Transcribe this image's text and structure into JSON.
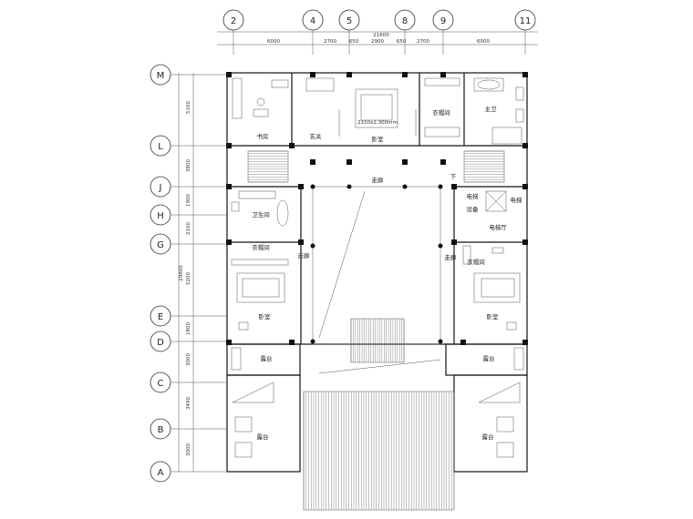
{
  "grid_top": [
    "2",
    "4",
    "5",
    "8",
    "9",
    "11"
  ],
  "grid_left": [
    "M",
    "L",
    "J",
    "H",
    "G",
    "E",
    "D",
    "C",
    "B",
    "A"
  ],
  "dims_top": {
    "total": "21600",
    "segments": [
      "6000",
      "2700",
      "650",
      "2900",
      "650",
      "2700",
      "6000"
    ]
  },
  "dims_left": {
    "total": "29800",
    "segments": [
      "5100",
      "3800",
      "1900",
      "2100",
      "5200",
      "1800",
      "3000",
      "3490",
      "3000"
    ]
  },
  "rooms": {
    "study": "书房",
    "foyer": "玄关",
    "master_bedroom": "卧室",
    "master_note": "2150x2,300mm",
    "closet_top": "衣帽间",
    "master_bath": "主卫",
    "corridor_top": "走廊",
    "down_label": "下",
    "bathroom_left": "卫生间",
    "closet_left": "衣帽间",
    "corridor_left": "走廊",
    "bedroom_left": "卧室",
    "terrace_left": "露台",
    "garden_left": "露台",
    "lift_left": "电梯",
    "lift_right": "电梯",
    "lift_box": "设备",
    "hall_right": "电梯厅",
    "corridor_right": "走廊",
    "closet_right": "衣帽间",
    "bedroom_right": "卧室",
    "terrace_right": "露台",
    "garden_right": "露台"
  }
}
